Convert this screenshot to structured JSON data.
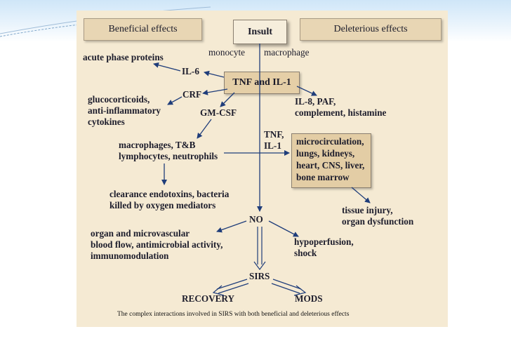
{
  "headers": {
    "beneficial": "Beneficial effects",
    "insult": "Insult",
    "deleterious": "Deleterious effects"
  },
  "nodes": {
    "monocyte": "monocyte",
    "macrophage": "macrophage",
    "acute_phase": "acute phase proteins",
    "il6": "IL-6",
    "tnf_il1": "TNF and IL-1",
    "crf": "CRF",
    "gluco": [
      "glucocorticoids,",
      "anti-inflammatory",
      "cytokines"
    ],
    "gmcsf": "GM-CSF",
    "il8": [
      "IL-8, PAF,",
      "complement, histamine"
    ],
    "macrophages": [
      "macrophages, T&B",
      "lymphocytes, neutrophils"
    ],
    "tnf_il1_side": [
      "TNF,",
      "IL-1"
    ],
    "organs": [
      "microcirculation,",
      "lungs, kidneys,",
      "heart, CNS, liver,",
      "bone marrow"
    ],
    "clearance": [
      "clearance endotoxins, bacteria",
      "killed by oxygen mediators"
    ],
    "tissue": [
      "tissue injury,",
      "organ dysfunction"
    ],
    "no": "NO",
    "organ_flow": [
      "organ and microvascular",
      "blood flow, antimicrobial activity,",
      "immunomodulation"
    ],
    "hypoperfusion": [
      "hypoperfusion,",
      "shock"
    ],
    "sirs": "SIRS",
    "recovery": "RECOVERY",
    "mods": "MODS"
  },
  "caption": "The complex interactions involved in SIRS with both beneficial and deleterious effects",
  "colors": {
    "panel": "#f5ead3",
    "header": "#e8d6b4",
    "tnf_box": "#e5cfa7",
    "arrow": "#1f3d7a",
    "text": "#1d1d2c"
  }
}
